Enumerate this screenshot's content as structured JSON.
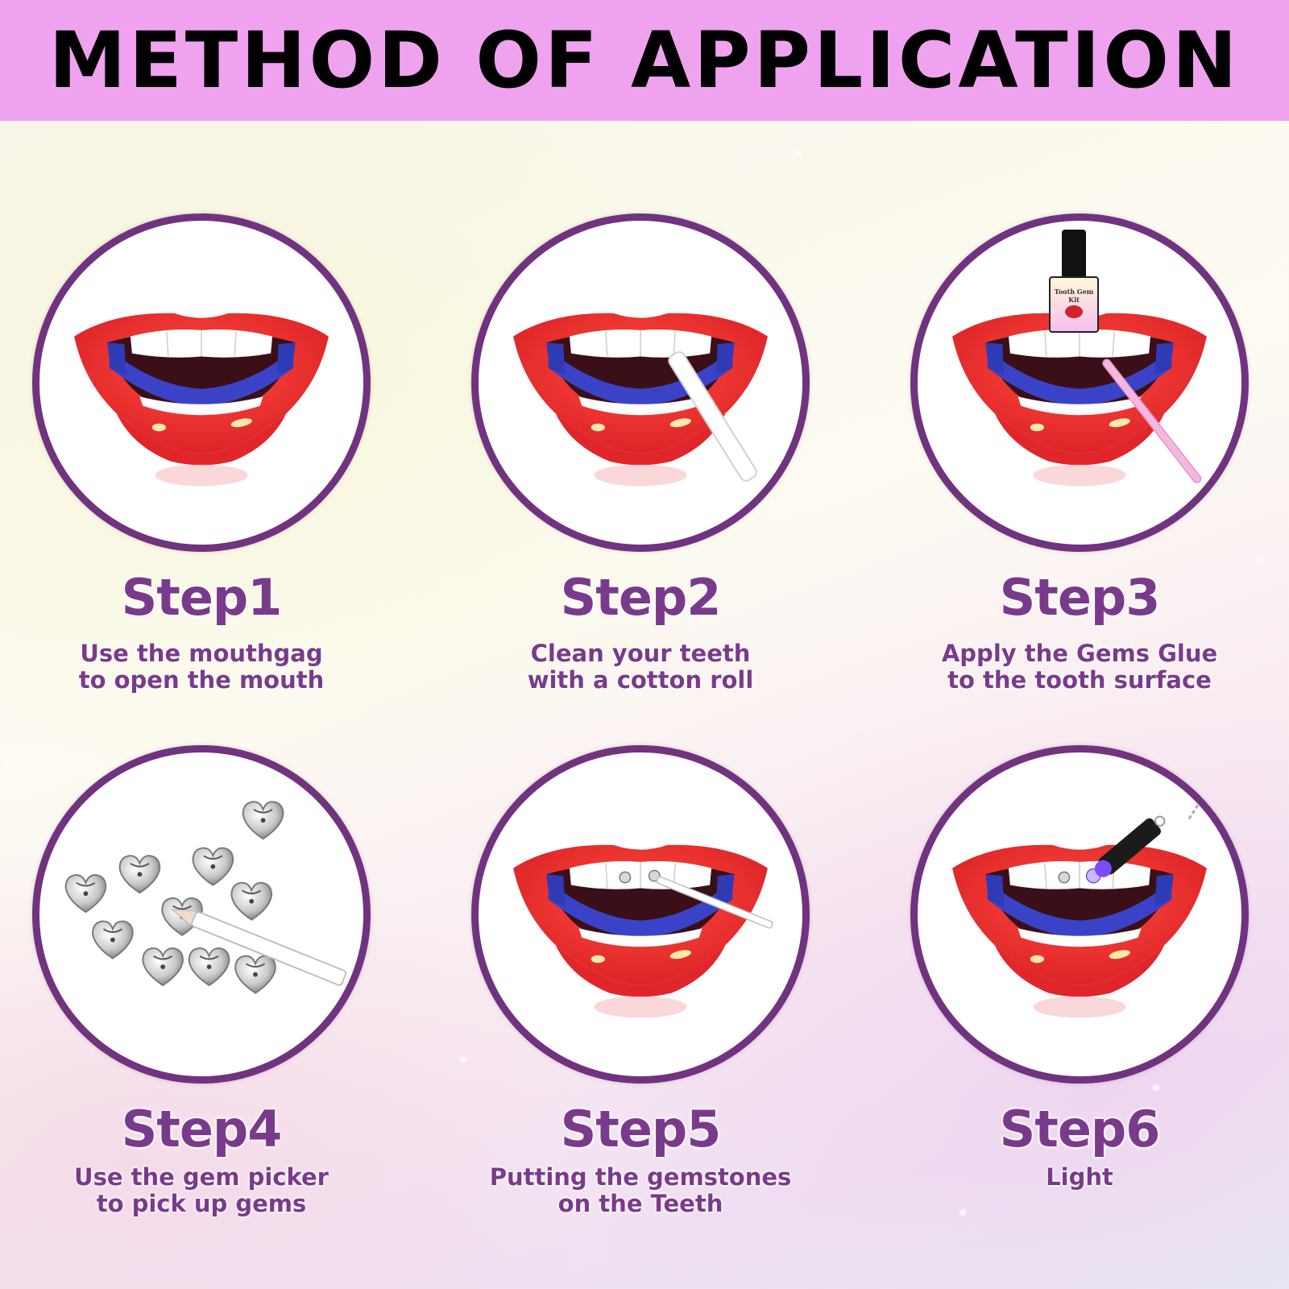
{
  "header": {
    "title": "METHOD OF APPLICATION"
  },
  "colors": {
    "header_bg": "#efa3ef",
    "accent_purple": "#71327f",
    "lip_red": "#e5252b"
  },
  "steps": [
    {
      "title": "Step1",
      "line1": "Use the mouthgag",
      "line2": "to open the mouth",
      "image": "open-mouth-icon"
    },
    {
      "title": "Step2",
      "line1": "Clean your teeth",
      "line2": "with a cotton roll",
      "image": "mouth-cotton-roll-icon"
    },
    {
      "title": "Step3",
      "line1": "Apply the Gems Glue",
      "line2": "to the tooth surface",
      "image": "mouth-glue-brush-icon"
    },
    {
      "title": "Step4",
      "line1": "Use the gem picker",
      "line2": "to pick up gems",
      "image": "heart-gems-picker-icon"
    },
    {
      "title": "Step5",
      "line1": "Putting the gemstones",
      "line2": "on the Teeth",
      "image": "mouth-gem-placement-icon"
    },
    {
      "title": "Step6",
      "line1": "Light",
      "line2": "",
      "image": "mouth-uv-light-icon"
    }
  ],
  "glue_bottle": {
    "label": "Tooth Gem Kit"
  }
}
